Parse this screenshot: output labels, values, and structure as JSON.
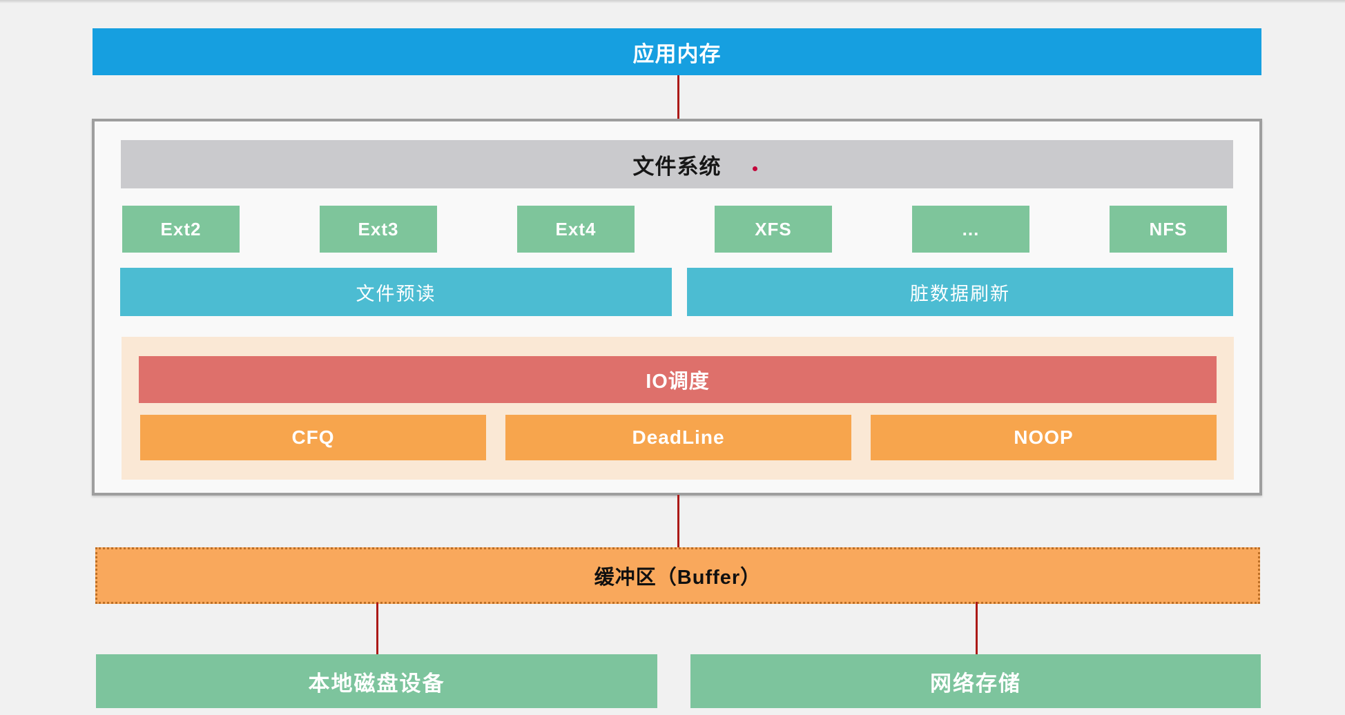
{
  "layers": {
    "app_memory": {
      "label": "应用内存"
    },
    "filesystem": {
      "header": "文件系统",
      "types": [
        "Ext2",
        "Ext3",
        "Ext4",
        "XFS",
        "...",
        "NFS"
      ],
      "features": {
        "readahead": "文件预读",
        "dirty_flush": "脏数据刷新"
      },
      "io_sched": {
        "header": "IO调度",
        "schedulers": [
          "CFQ",
          "DeadLine",
          "NOOP"
        ]
      }
    },
    "buffer": {
      "label": "缓冲区（Buffer）"
    },
    "storage": {
      "local": "本地磁盘设备",
      "network": "网络存储"
    }
  },
  "colors": {
    "page_bg": "#f1f1f1",
    "app_memory": "#169fe0",
    "fs_header": "#cacacd",
    "fs_type": "#7ec59b",
    "feature": "#4cbcd2",
    "io_sched_bg": "#fae8d5",
    "io_sched_header": "#de706b",
    "scheduler": "#f7a54d",
    "buffer": "#f9a85c",
    "storage": "#7dc49d",
    "connector": "#ab1917"
  }
}
